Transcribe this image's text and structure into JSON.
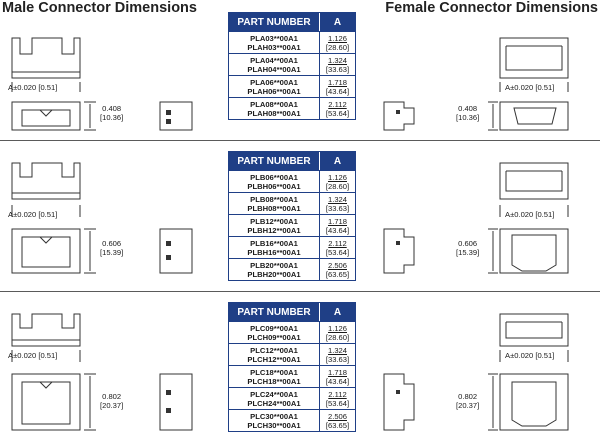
{
  "titles": {
    "male": "Male Connector Dimensions",
    "female": "Female Connector Dimensions"
  },
  "table_header": {
    "part_number": "PART NUMBER",
    "a": "A"
  },
  "groups": [
    {
      "dim_a": "A±0.020 [0.51]",
      "height_in": "0.408",
      "height_mm": "[10.36]",
      "rows": [
        {
          "p1": "PLA03**00A1",
          "p2": "PLAH03**00A1",
          "a_in": "1.126",
          "a_mm": "[28.60]"
        },
        {
          "p1": "PLA04**00A1",
          "p2": "PLAH04**00A1",
          "a_in": "1.324",
          "a_mm": "[33.63]"
        },
        {
          "p1": "PLA06**00A1",
          "p2": "PLAH06**00A1",
          "a_in": "1.718",
          "a_mm": "[43.64]"
        },
        {
          "p1": "PLA08**00A1",
          "p2": "PLAH08**00A1",
          "a_in": "2.112",
          "a_mm": "[53.64]"
        }
      ]
    },
    {
      "dim_a": "A±0.020 [0.51]",
      "height_in": "0.606",
      "height_mm": "[15.39]",
      "rows": [
        {
          "p1": "PLB06**00A1",
          "p2": "PLBH06**00A1",
          "a_in": "1.126",
          "a_mm": "[28.60]"
        },
        {
          "p1": "PLB08**00A1",
          "p2": "PLBH08**00A1",
          "a_in": "1.324",
          "a_mm": "[33.63]"
        },
        {
          "p1": "PLB12**00A1",
          "p2": "PLBH12**00A1",
          "a_in": "1.718",
          "a_mm": "[43.64]"
        },
        {
          "p1": "PLB16**00A1",
          "p2": "PLBH16**00A1",
          "a_in": "2.112",
          "a_mm": "[53.64]"
        },
        {
          "p1": "PLB20**00A1",
          "p2": "PLBH20**00A1",
          "a_in": "2.506",
          "a_mm": "[63.65]"
        }
      ]
    },
    {
      "dim_a": "A±0.020 [0.51]",
      "height_in": "0.802",
      "height_mm": "[20.37]",
      "rows": [
        {
          "p1": "PLC09**00A1",
          "p2": "PLCH09**00A1",
          "a_in": "1.126",
          "a_mm": "[28.60]"
        },
        {
          "p1": "PLC12**00A1",
          "p2": "PLCH12**00A1",
          "a_in": "1.324",
          "a_mm": "[33.63]"
        },
        {
          "p1": "PLC18**00A1",
          "p2": "PLCH18**00A1",
          "a_in": "1.718",
          "a_mm": "[43.64]"
        },
        {
          "p1": "PLC24**00A1",
          "p2": "PLCH24**00A1",
          "a_in": "2.112",
          "a_mm": "[53.64]"
        },
        {
          "p1": "PLC30**00A1",
          "p2": "PLCH30**00A1",
          "a_in": "2.506",
          "a_mm": "[63.65]"
        }
      ]
    }
  ]
}
